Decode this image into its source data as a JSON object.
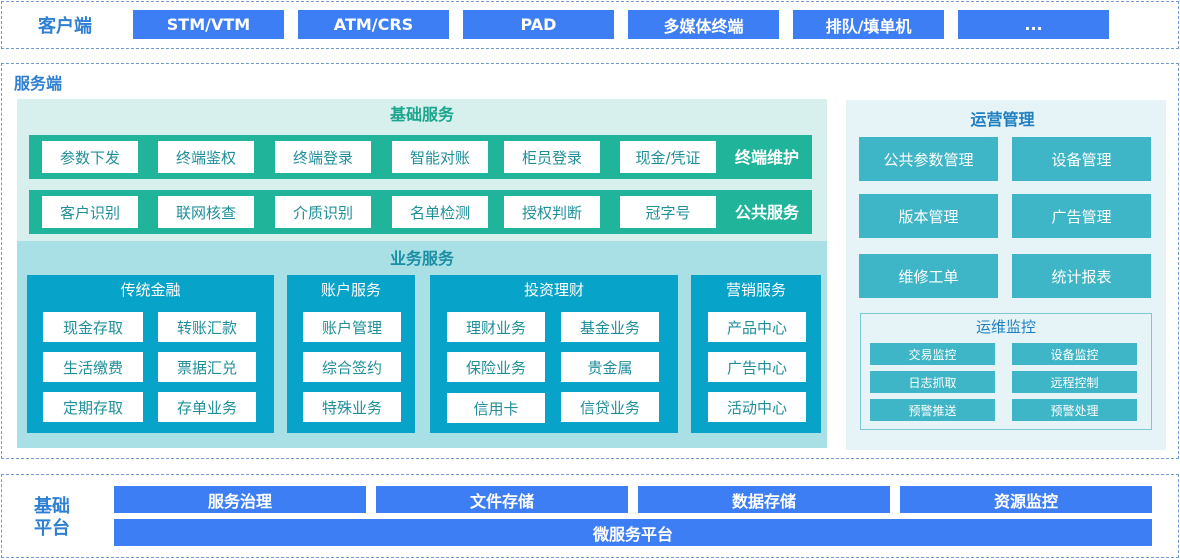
{
  "client": {
    "label": "客户端",
    "items": [
      "STM/VTM",
      "ATM/CRS",
      "PAD",
      "多媒体终端",
      "排队/填单机",
      "..."
    ]
  },
  "server": {
    "label": "服务端",
    "basic_services": {
      "title": "基础服务",
      "terminal_maintenance": {
        "label": "终端维护",
        "items": [
          "参数下发",
          "终端鉴权",
          "终端登录",
          "智能对账",
          "柜员登录",
          "现金/凭证"
        ]
      },
      "public_services": {
        "label": "公共服务",
        "items": [
          "客户识别",
          "联网核查",
          "介质识别",
          "名单检测",
          "授权判断",
          "冠字号"
        ]
      }
    },
    "business_services": {
      "title": "业务服务",
      "groups": [
        {
          "title": "传统金融",
          "items": [
            "现金存取",
            "转账汇款",
            "生活缴费",
            "票据汇兑",
            "定期存取",
            "存单业务"
          ]
        },
        {
          "title": "账户服务",
          "items": [
            "账户管理",
            "综合签约",
            "特殊业务"
          ]
        },
        {
          "title": "投资理财",
          "items": [
            "理财业务",
            "基金业务",
            "保险业务",
            "贵金属",
            "信用卡",
            "信贷业务"
          ]
        },
        {
          "title": "营销服务",
          "items": [
            "产品中心",
            "广告中心",
            "活动中心"
          ]
        }
      ]
    },
    "operations": {
      "title": "运营管理",
      "items": [
        "公共参数管理",
        "设备管理",
        "版本管理",
        "广告管理",
        "维修工单",
        "统计报表"
      ],
      "monitoring": {
        "title": "运维监控",
        "items": [
          "交易监控",
          "设备监控",
          "日志抓取",
          "远程控制",
          "预警推送",
          "预警处理"
        ]
      }
    }
  },
  "platform": {
    "label_line1": "基础",
    "label_line2": "平台",
    "items": [
      "服务治理",
      "文件存储",
      "数据存储",
      "资源监控"
    ],
    "bottom": "微服务平台"
  }
}
